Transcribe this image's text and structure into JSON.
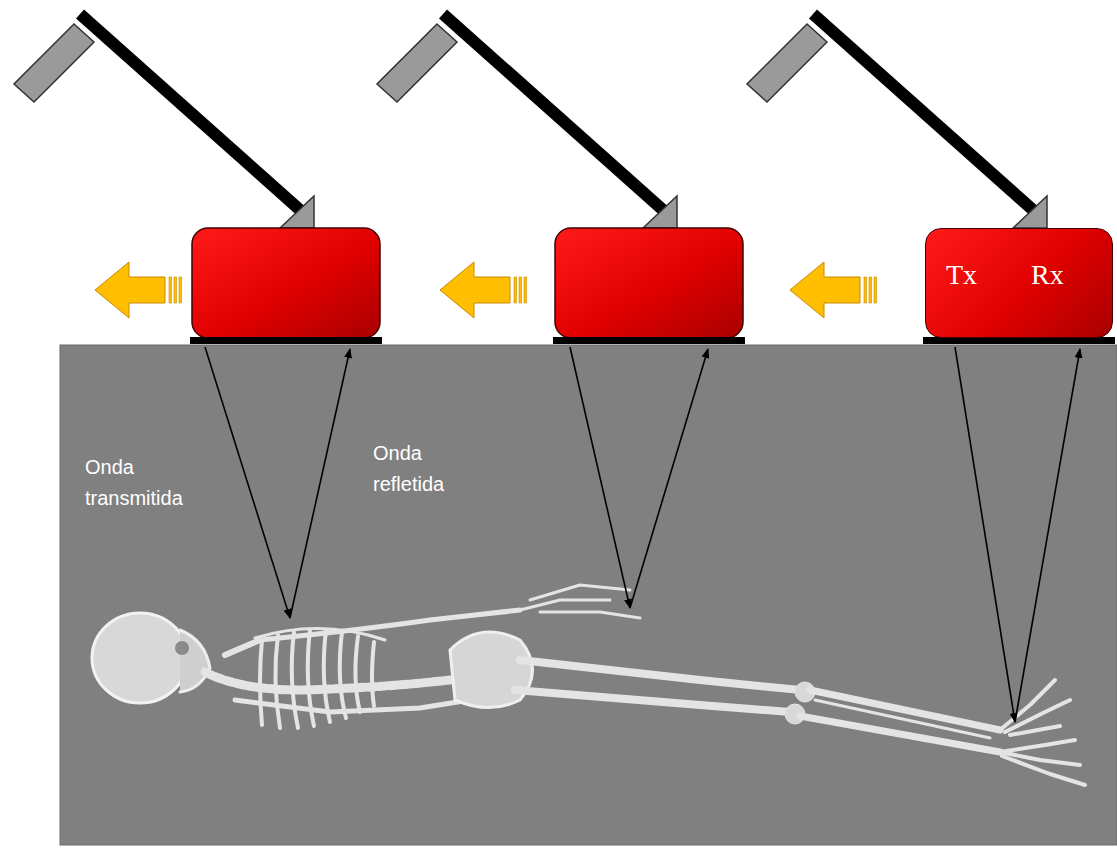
{
  "diagram": {
    "nodes": [
      {
        "text": [
          "Tx",
          "Rx"
        ]
      }
    ],
    "labels": [
      "Onda transmitida",
      "Onda refletida"
    ]
  }
}
